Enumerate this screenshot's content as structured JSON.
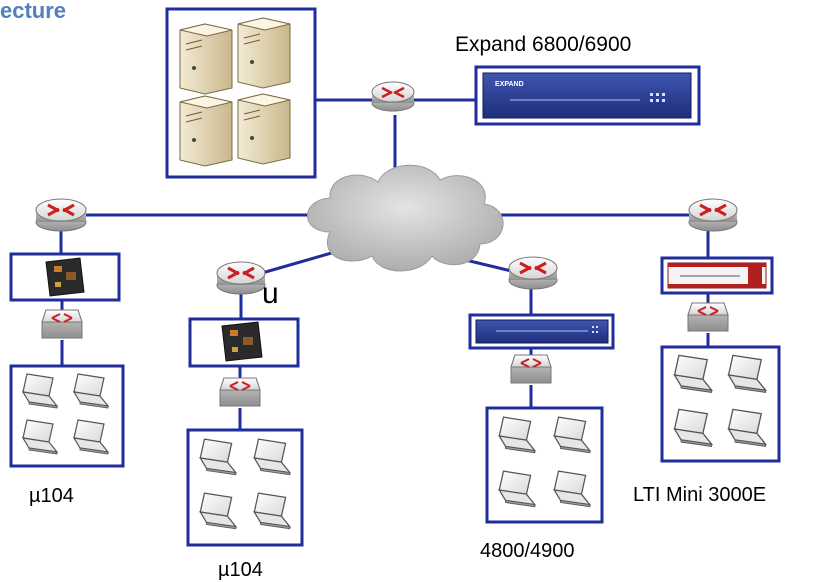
{
  "title_fragment": "ecture",
  "labels": {
    "expand": "Expand 6800/6900",
    "mu104_left": "µ104",
    "mu104_center": "µ104",
    "model_4800": "4800/4900",
    "lti": "LTI Mini 3000E",
    "u_mark": "u"
  },
  "devices": {
    "expand_brand": "EXPAND"
  },
  "colors": {
    "link": "#1f2d9e",
    "box_border": "#1f2d9e",
    "title": "#4f81bd",
    "router_arrow": "#cc2020",
    "cloud": "#c8c8c8"
  }
}
